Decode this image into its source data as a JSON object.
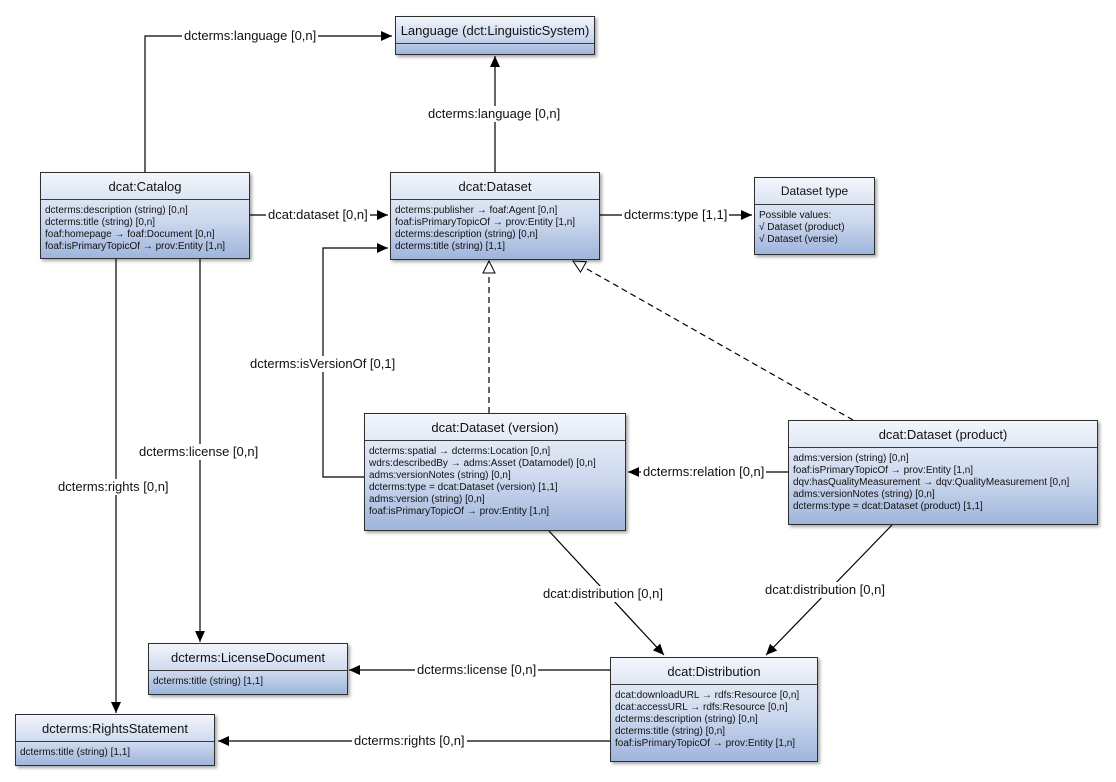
{
  "classes": {
    "language": {
      "name": "Language (dct:LinguisticSystem)",
      "attributes": []
    },
    "catalog": {
      "name": "dcat:Catalog",
      "attributes": [
        "dcterms:description (string) [0,n]",
        "dcterms:title (string) [0,n]",
        "foaf:homepage → foaf:Document [0,n]",
        "foaf:isPrimaryTopicOf → prov:Entity [1,n]"
      ]
    },
    "dataset": {
      "name": "dcat:Dataset",
      "attributes": [
        "dcterms:publisher → foaf:Agent [0,n]",
        "foaf:isPrimaryTopicOf → prov:Entity [1,n]",
        "dcterms:description (string) [0,n]",
        "dcterms:title (string) [1,1]"
      ]
    },
    "datasettype": {
      "name": "Dataset type",
      "attributes": [
        "Possible values:",
        "√ Dataset (product)",
        "√ Dataset (versie)"
      ]
    },
    "version": {
      "name": "dcat:Dataset (version)",
      "attributes": [
        "dcterms:spatial → dcterms:Location [0,n]",
        "wdrs:describedBy → adms:Asset (Datamodel) [0,n]",
        "adms:versionNotes (string) [0,n]",
        "dcterms:type = dcat:Dataset (version) [1,1]",
        "adms:version (string) [0,n]",
        "foaf:isPrimaryTopicOf → prov:Entity [1,n]"
      ]
    },
    "product": {
      "name": "dcat:Dataset (product)",
      "attributes": [
        "adms:version (string) [0,n]",
        "foaf:isPrimaryTopicOf → prov:Entity [1,n]",
        "dqv:hasQualityMeasurement → dqv:QualityMeasurement [0,n]",
        "adms:versionNotes (string) [0,n]",
        "dcterms:type = dcat:Dataset (product) [1,1]"
      ]
    },
    "license": {
      "name": "dcterms:LicenseDocument",
      "attributes": [
        "dcterms:title (string) [1,1]"
      ]
    },
    "distribution": {
      "name": "dcat:Distribution",
      "attributes": [
        "dcat:downloadURL → rdfs:Resource [0,n]",
        "dcat:accessURL → rdfs:Resource [0,n]",
        "dcterms:description (string) [0,n]",
        "dcterms:title (string) [0,n]",
        "foaf:isPrimaryTopicOf → prov:Entity [1,n]"
      ]
    },
    "rights": {
      "name": "dcterms:RightsStatement",
      "attributes": [
        "dcterms:title (string) [1,1]"
      ]
    }
  },
  "edge_labels": {
    "catalog_language": "dcterms:language [0,n]",
    "dataset_language": "dcterms:language [0,n]",
    "catalog_dataset": "dcat:dataset [0,n]",
    "dataset_type": "dcterms:type [1,1]",
    "is_version_of": "dcterms:isVersionOf [0,1]",
    "catalog_license": "dcterms:license [0,n]",
    "catalog_rights": "dcterms:rights [0,n]",
    "relation": "dcterms:relation [0,n]",
    "version_distribution": "dcat:distribution [0,n]",
    "product_distribution": "dcat:distribution [0,n]",
    "distribution_license": "dcterms:license [0,n]",
    "distribution_rights": "dcterms:rights [0,n]"
  },
  "colors": {
    "box_top": "#f2f5fb",
    "box_bottom": "#9fb5dc",
    "line": "#000000"
  }
}
